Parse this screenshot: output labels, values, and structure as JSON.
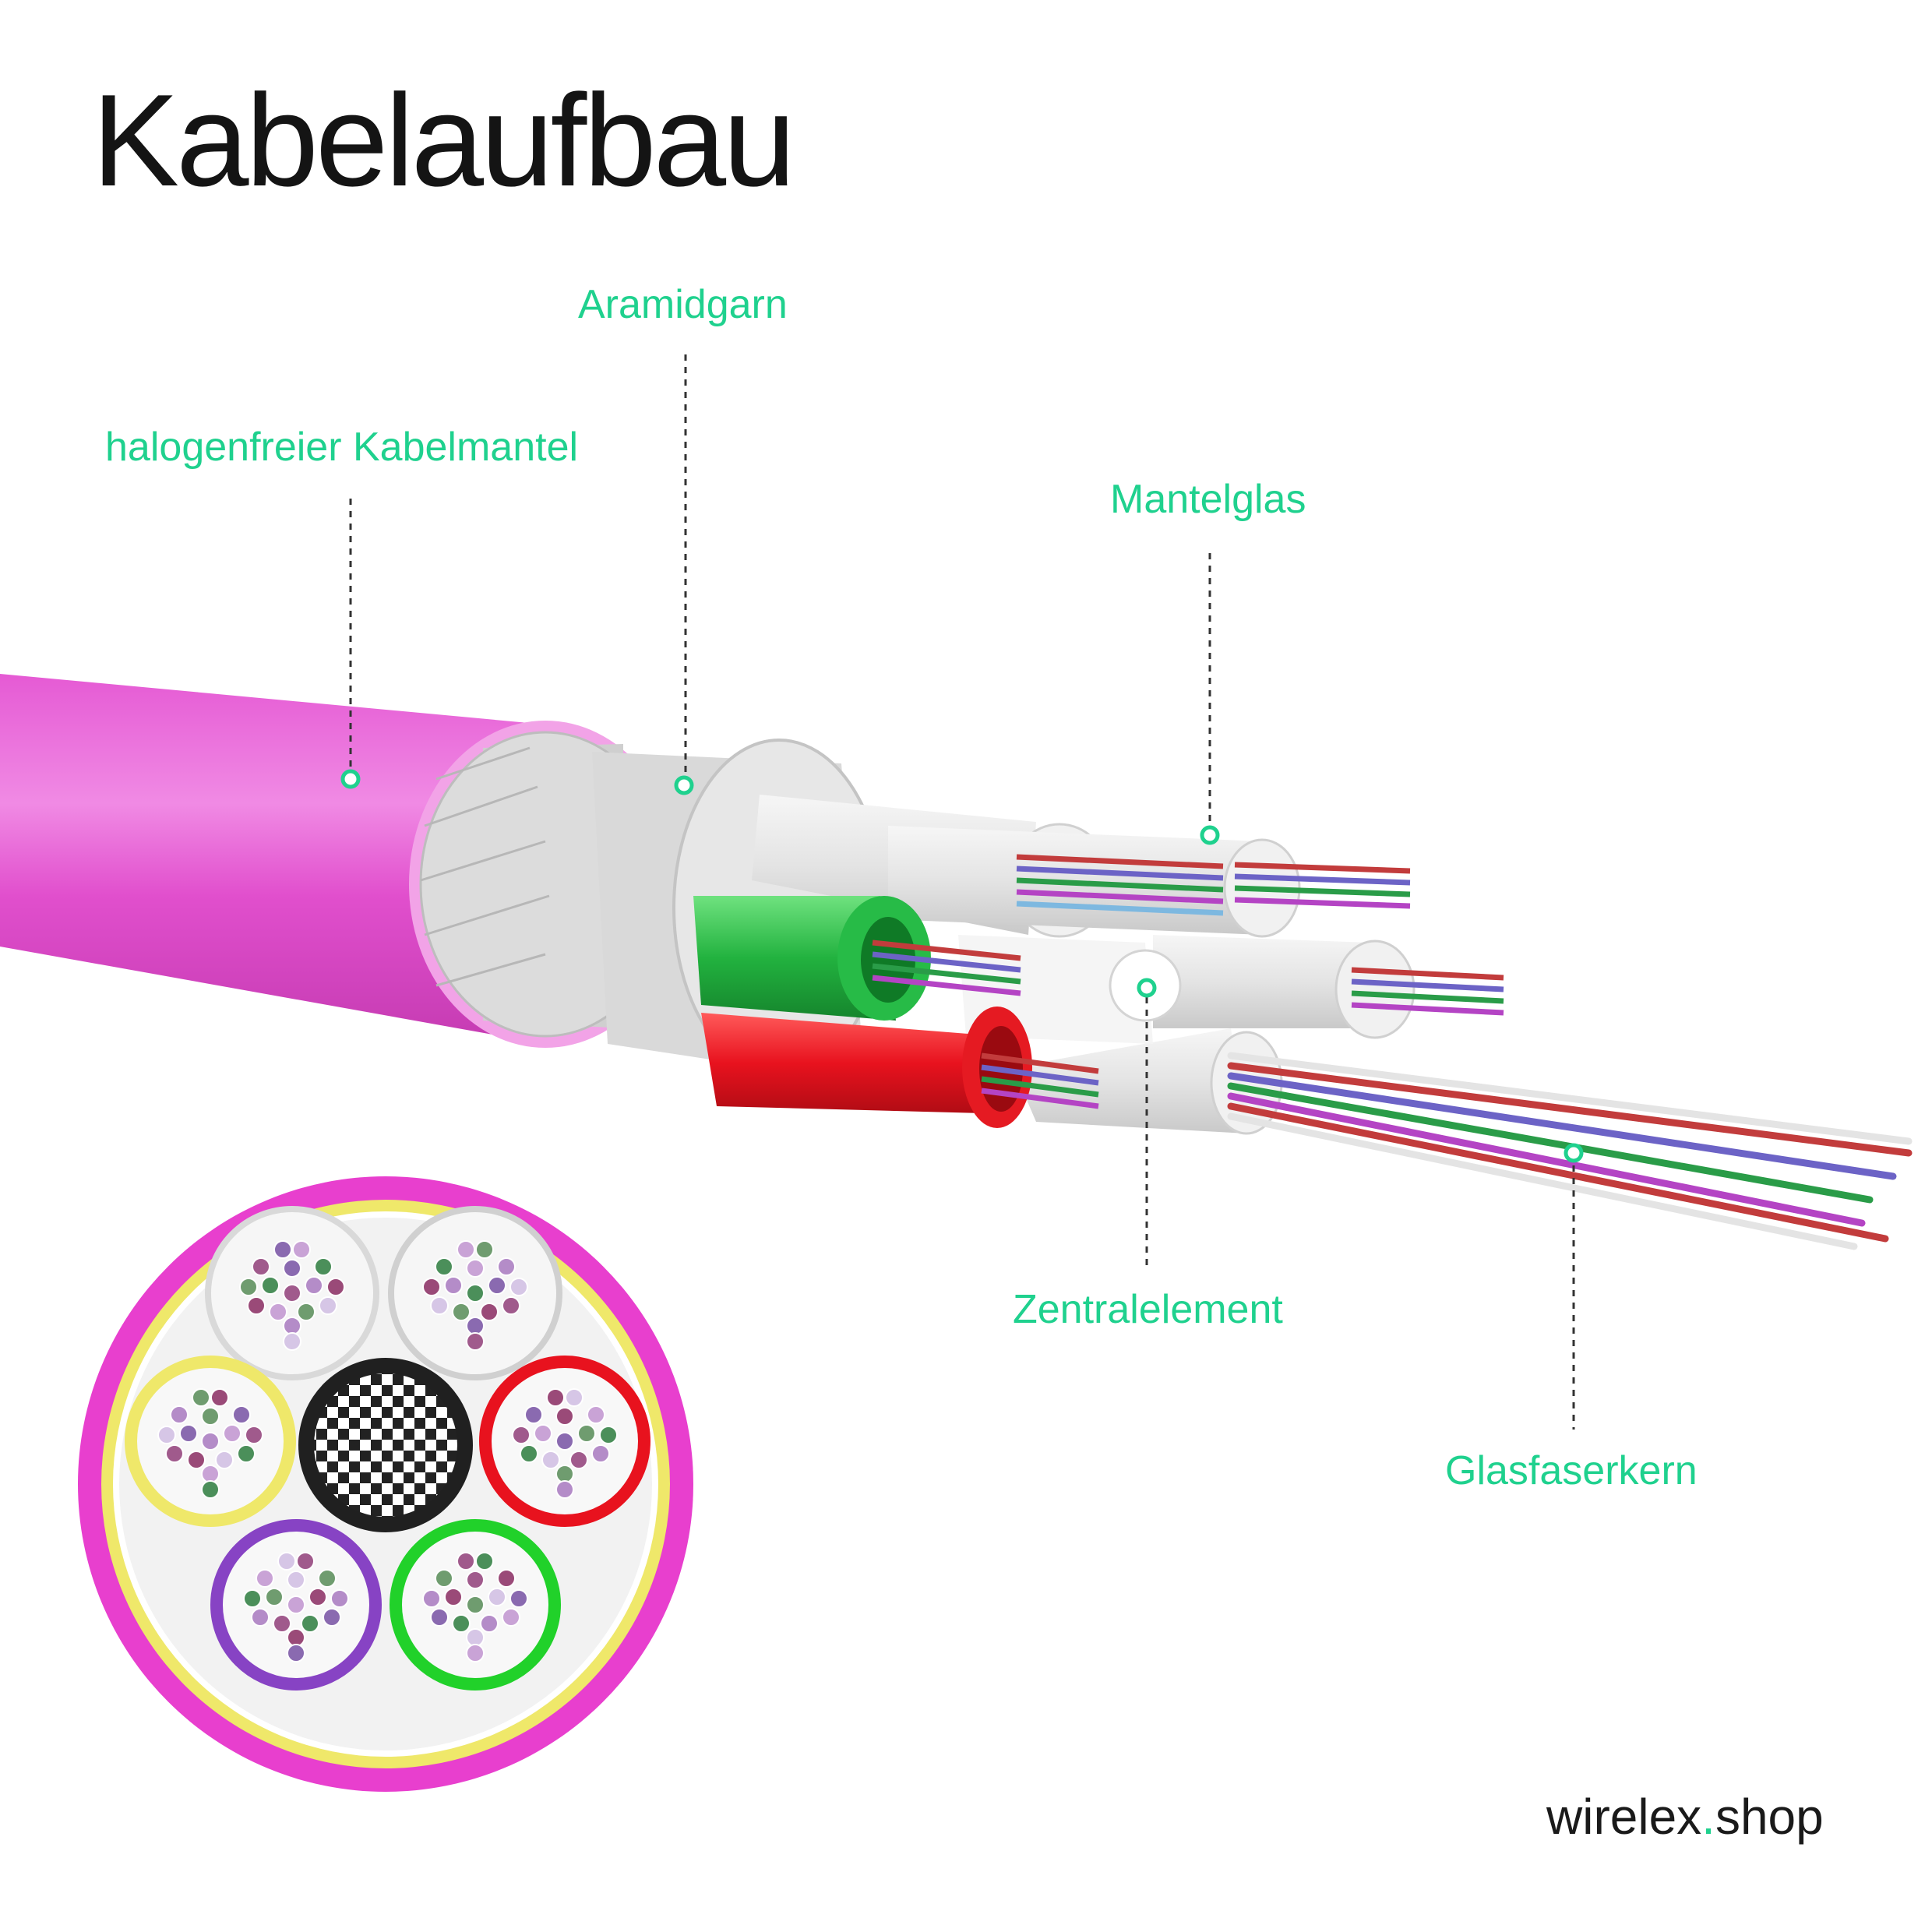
{
  "title": "Kabelaufbau",
  "labels": {
    "mantel": "halogenfreier Kabelmantel",
    "aramid": "Aramidgarn",
    "mantelglas": "Mantelglas",
    "zentral": "Zentralelement",
    "kern": "Glasfaserkern"
  },
  "brand": {
    "name": "wirelex",
    "dot": ".",
    "tld": "shop"
  },
  "colors": {
    "accent": "#1fd18e",
    "jacket": "#e83fce",
    "aramid": "#d6d6d6",
    "tube_green": "#21b13e",
    "tube_red": "#e8121e",
    "tube_white": "#eeeeee",
    "ring_yellow": "#efe86a",
    "ring_purple": "#8743c4"
  }
}
